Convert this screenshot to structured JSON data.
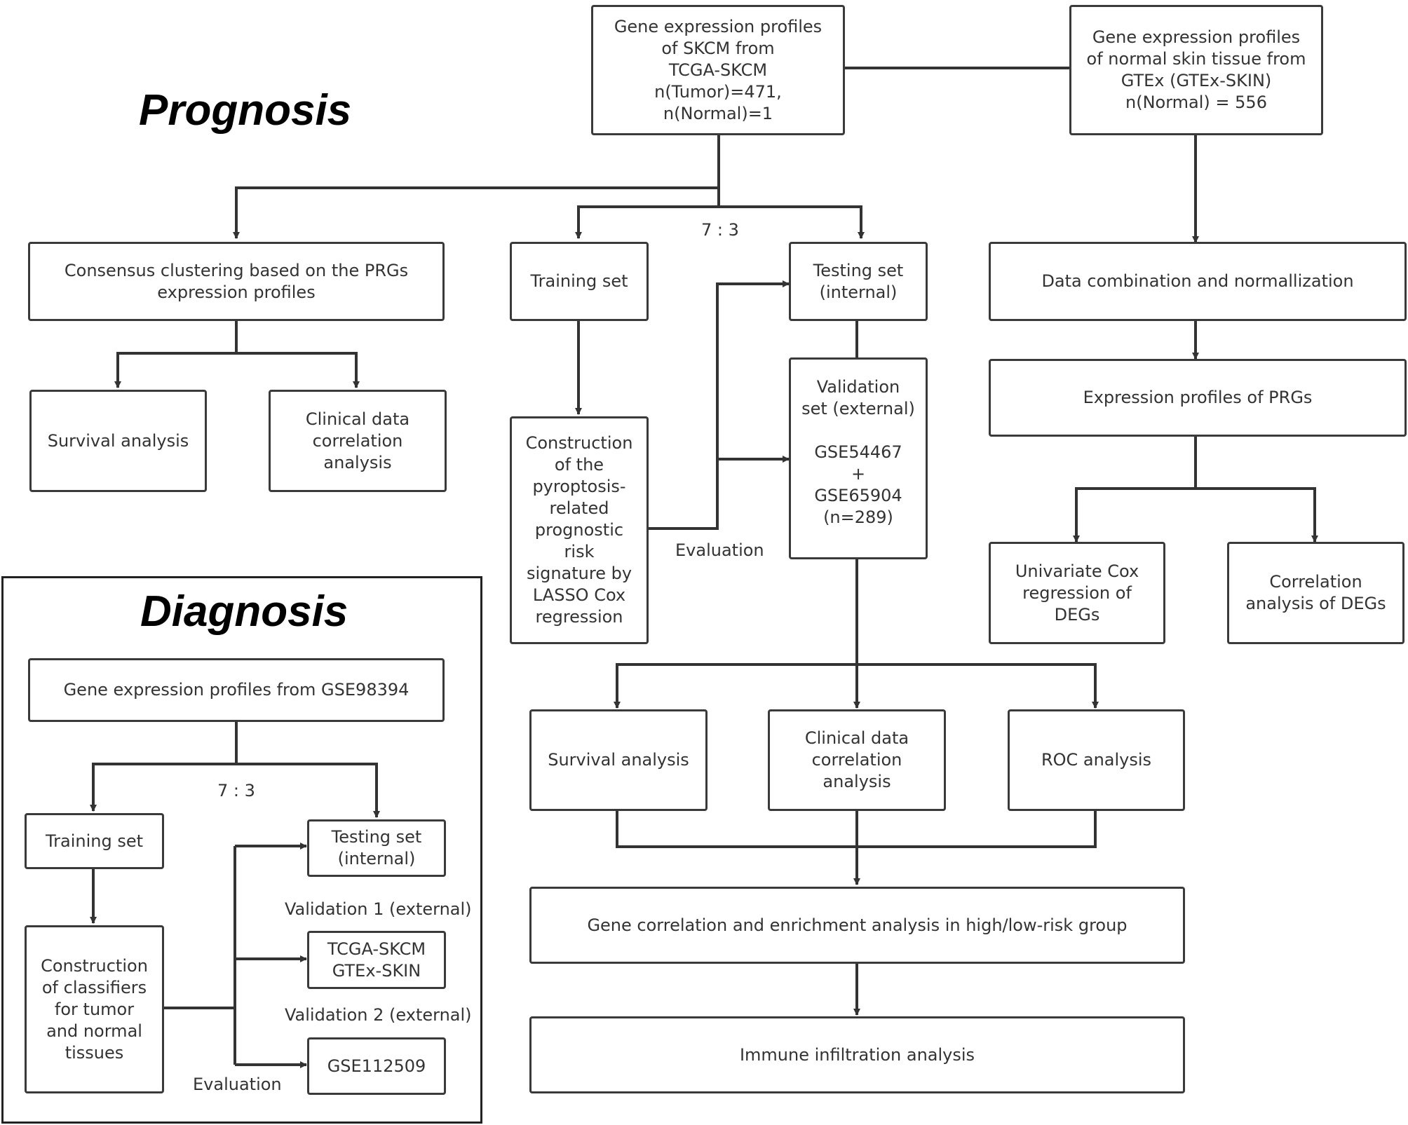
{
  "headings": {
    "prognosis": "Prognosis",
    "diagnosis": "Diagnosis"
  },
  "prognosis": {
    "tcga": [
      "Gene expression profiles",
      "of SKCM from",
      "TCGA-SKCM",
      "n(Tumor)=471,",
      "n(Normal)=1"
    ],
    "gtex": [
      "Gene expression profiles",
      "of normal skin tissue from",
      "GTEx (GTEx-SKIN)",
      "n(Normal) = 556"
    ],
    "consensus": [
      "Consensus clustering based on the PRGs",
      "expression profiles"
    ],
    "survival_left": [
      "Survival analysis"
    ],
    "clinical_left": [
      "Clinical data",
      "correlation",
      "analysis"
    ],
    "split_ratio": "7 : 3",
    "training": [
      "Training set"
    ],
    "testing": [
      "Testing set",
      "(internal)"
    ],
    "validation": [
      "Validation",
      "set (external)",
      "",
      "GSE54467",
      "+",
      "GSE65904",
      "(n=289)"
    ],
    "construction": [
      "Construction",
      "of the",
      "pyroptosis-",
      "related",
      "prognostic",
      "risk",
      "signature by",
      "LASSO Cox",
      "regression"
    ],
    "evaluation": "Evaluation",
    "data_combination": [
      "Data combination and normallization"
    ],
    "expression_prgs": [
      "Expression profiles of PRGs"
    ],
    "univariate": [
      "Univariate Cox",
      "regression of",
      "DEGs"
    ],
    "correlation_degs": [
      "Correlation",
      "analysis of DEGs"
    ],
    "survival_mid": [
      "Survival analysis"
    ],
    "clinical_mid": [
      "Clinical data",
      "correlation",
      "analysis"
    ],
    "roc": [
      "ROC analysis"
    ],
    "gene_correlation": [
      "Gene correlation and enrichment analysis in high/low-risk group"
    ],
    "immune": [
      "Immune infiltration analysis"
    ]
  },
  "diagnosis": {
    "gse98394": [
      "Gene expression profiles from GSE98394"
    ],
    "split_ratio": "7 : 3",
    "training": [
      "Training set"
    ],
    "testing": [
      "Testing set",
      "(internal)"
    ],
    "validation1_label": "Validation 1 (external)",
    "tcga_gtex": [
      "TCGA-SKCM",
      "GTEx-SKIN"
    ],
    "validation2_label": "Validation 2 (external)",
    "gse112509": [
      "GSE112509"
    ],
    "construction": [
      "Construction",
      "of classifiers",
      "for tumor",
      "and normal",
      "tissues"
    ],
    "evaluation": "Evaluation"
  }
}
